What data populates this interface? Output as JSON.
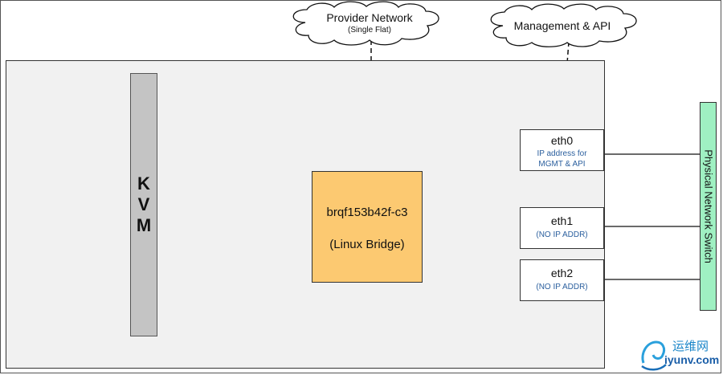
{
  "host": {
    "hypervisor_label": [
      "K",
      "V",
      "M"
    ]
  },
  "clouds": {
    "provider": {
      "title": "Provider Network",
      "subtitle": "(Single Flat)"
    },
    "management": {
      "title": "Management & API"
    }
  },
  "bridge": {
    "name": "brqf153b42f-c3",
    "type": "(Linux Bridge)"
  },
  "interfaces": [
    {
      "name": "eth0",
      "detail": [
        "IP address for",
        "MGMT & API"
      ]
    },
    {
      "name": "eth1",
      "detail": [
        "(NO IP ADDR)"
      ]
    },
    {
      "name": "eth2",
      "detail": [
        "(NO IP ADDR)"
      ]
    }
  ],
  "switch": {
    "label": "Physical Network Switch"
  },
  "watermark": {
    "cn": "运维网",
    "en": "iyunv.com"
  },
  "colors": {
    "bridge": "#fcc971",
    "switch": "#9ff0c2",
    "kvm": "#c4c4c4",
    "host": "#f1f1f1",
    "nic_detail": "#2b5f9e"
  }
}
